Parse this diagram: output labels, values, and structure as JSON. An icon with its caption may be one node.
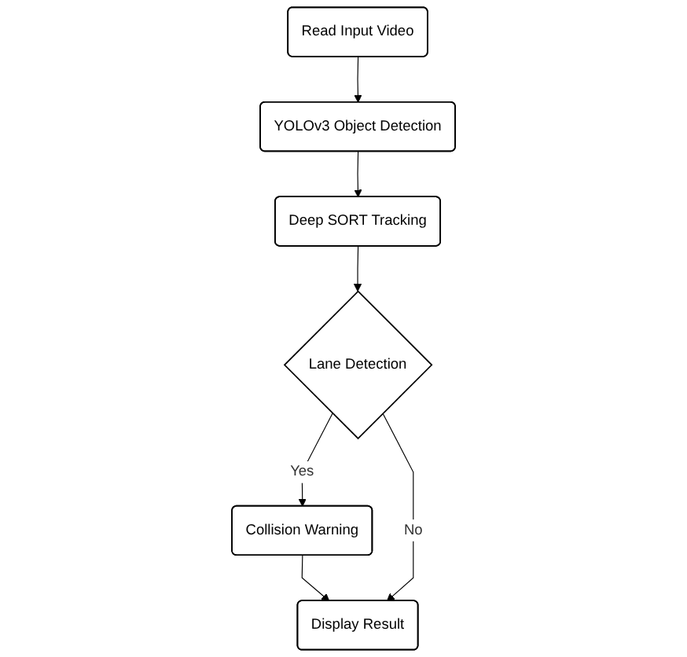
{
  "diagram": {
    "nodes": [
      {
        "text": [
          "Read Input Video"
        ]
      },
      {
        "text": [
          "YOLOv3 Object Detection"
        ]
      },
      {
        "text": [
          "Deep SORT Tracking"
        ]
      },
      {
        "text": [
          "Lane Detection"
        ]
      },
      {
        "text": [
          "Collision Warning"
        ]
      },
      {
        "text": [
          "Display Result"
        ]
      }
    ],
    "edges": [
      {
        "from": 0,
        "to": 1,
        "arrow": "to"
      },
      {
        "from": 1,
        "to": 2,
        "arrow": "to"
      },
      {
        "from": 2,
        "to": 3,
        "arrow": "to"
      },
      {
        "from": 3,
        "to": 4,
        "arrow": "to",
        "label": "Yes"
      },
      {
        "from": 4,
        "to": 5,
        "arrow": "to"
      },
      {
        "from": 3,
        "to": 5,
        "arrow": "to",
        "label": "No"
      }
    ]
  }
}
